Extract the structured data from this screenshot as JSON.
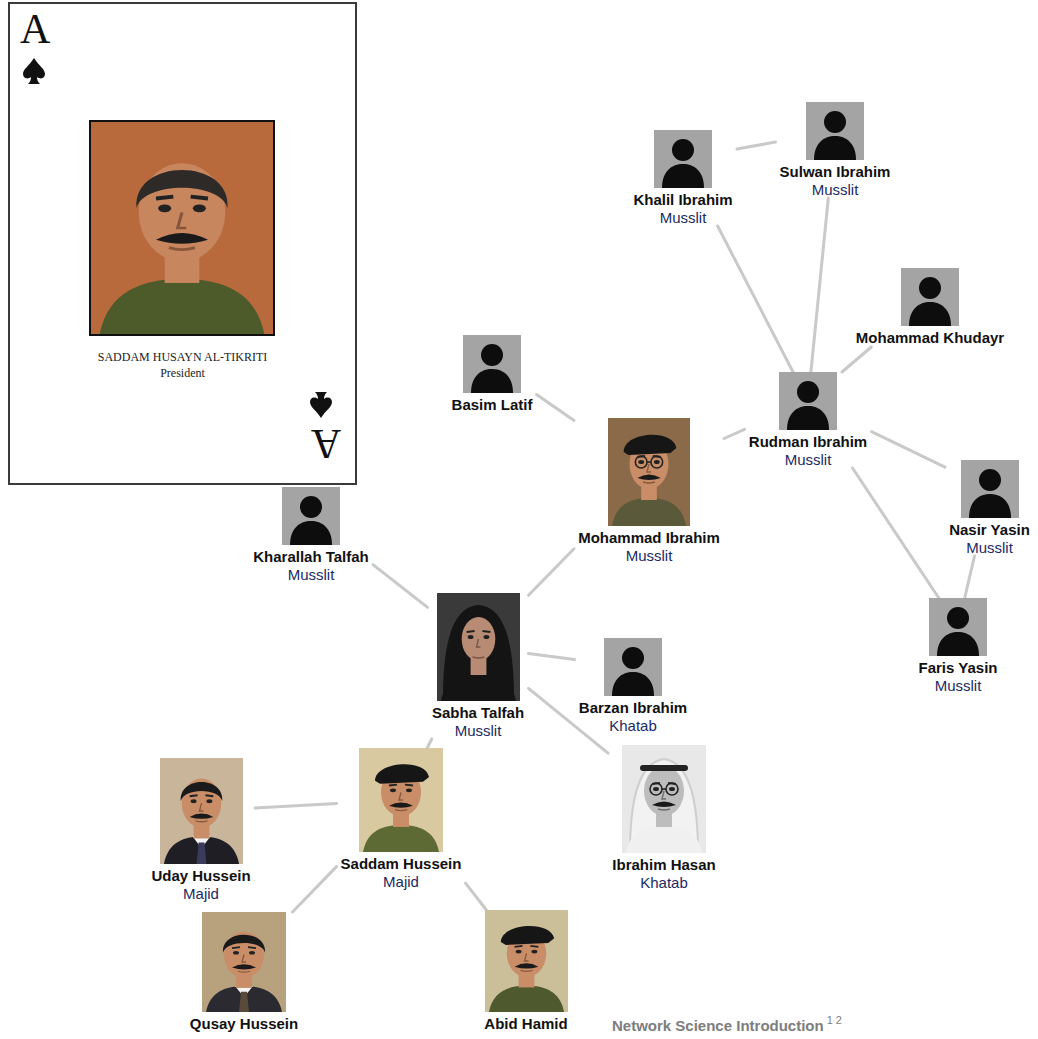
{
  "diagram": {
    "nodes": [
      {
        "text": [
          "A",
          "SADDAM HUSAYN AL-TIKRITI",
          "President",
          "A"
        ]
      },
      {
        "text": [
          "Sulwan Ibrahim",
          "Musslit"
        ]
      },
      {
        "text": [
          "Khalil Ibrahim",
          "Musslit"
        ]
      },
      {
        "text": [
          "Mohammad Khudayr"
        ]
      },
      {
        "text": [
          "Basim Latif"
        ]
      },
      {
        "text": [
          "Rudman Ibrahim",
          "Musslit"
        ]
      },
      {
        "text": [
          "Mohammad Ibrahim",
          "Musslit"
        ]
      },
      {
        "text": [
          "Kharallah Talfah",
          "Musslit"
        ]
      },
      {
        "text": [
          "Nasir Yasin",
          "Musslit"
        ]
      },
      {
        "text": [
          "Faris Yasin",
          "Musslit"
        ]
      },
      {
        "text": [
          "Sabha Talfah",
          "Musslit"
        ]
      },
      {
        "text": [
          "Barzan Ibrahim",
          "Khatab"
        ]
      },
      {
        "text": [
          "Saddam Hussein",
          "Majid"
        ]
      },
      {
        "text": [
          "Uday Hussein",
          "Majid"
        ]
      },
      {
        "text": [
          "Ibrahim Hasan",
          "Khatab"
        ]
      },
      {
        "text": [
          "Qusay Hussein"
        ]
      },
      {
        "text": [
          "Abid Hamid"
        ]
      }
    ],
    "edges": [
      {
        "from": 2,
        "to": 1,
        "arrow": "none"
      },
      {
        "from": 2,
        "to": 5,
        "arrow": "none"
      },
      {
        "from": 1,
        "to": 5,
        "arrow": "none"
      },
      {
        "from": 3,
        "to": 5,
        "arrow": "none"
      },
      {
        "from": 5,
        "to": 6,
        "arrow": "none"
      },
      {
        "from": 5,
        "to": 8,
        "arrow": "none"
      },
      {
        "from": 5,
        "to": 9,
        "arrow": "none"
      },
      {
        "from": 8,
        "to": 9,
        "arrow": "none"
      },
      {
        "from": 4,
        "to": 6,
        "arrow": "none"
      },
      {
        "from": 6,
        "to": 10,
        "arrow": "none"
      },
      {
        "from": 7,
        "to": 10,
        "arrow": "none"
      },
      {
        "from": 10,
        "to": 11,
        "arrow": "none"
      },
      {
        "from": 10,
        "to": 14,
        "arrow": "none"
      },
      {
        "from": 10,
        "to": 12,
        "arrow": "none"
      },
      {
        "from": 12,
        "to": 13,
        "arrow": "none"
      },
      {
        "from": 12,
        "to": 15,
        "arrow": "none"
      },
      {
        "from": 12,
        "to": 16,
        "arrow": "none"
      }
    ],
    "labels": [
      "Network Science Introduction",
      "1",
      "2"
    ]
  }
}
